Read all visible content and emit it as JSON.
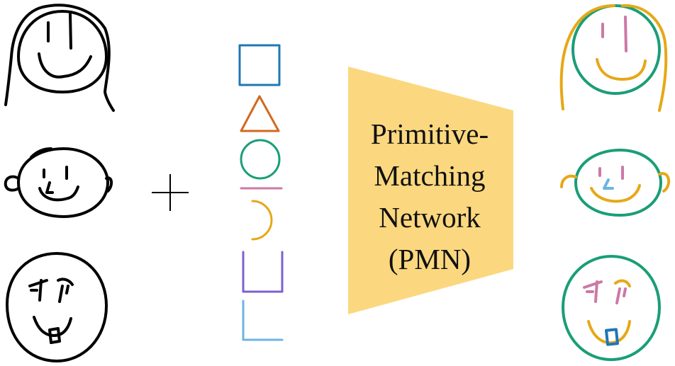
{
  "network": {
    "line1": "Primitive-",
    "line2": "Matching",
    "line3": "Network",
    "line4": "(PMN)",
    "fill_color": "#FBD87F"
  },
  "operator": "+",
  "primitives": [
    {
      "name": "square",
      "color": "#1F77B4"
    },
    {
      "name": "triangle",
      "color": "#D2691E"
    },
    {
      "name": "circle",
      "color": "#1A9E77"
    },
    {
      "name": "line",
      "color": "#CC79A7"
    },
    {
      "name": "semicircle",
      "color": "#E6A817"
    },
    {
      "name": "u-shape",
      "color": "#7B61CF"
    },
    {
      "name": "l-shape",
      "color": "#6CB4E4"
    }
  ],
  "input_sketches": [
    "girl-face-sketch",
    "boy-face-sketch",
    "surprised-face-sketch"
  ],
  "output_sketches": [
    "girl-face-primitives",
    "boy-face-primitives",
    "surprised-face-primitives"
  ]
}
